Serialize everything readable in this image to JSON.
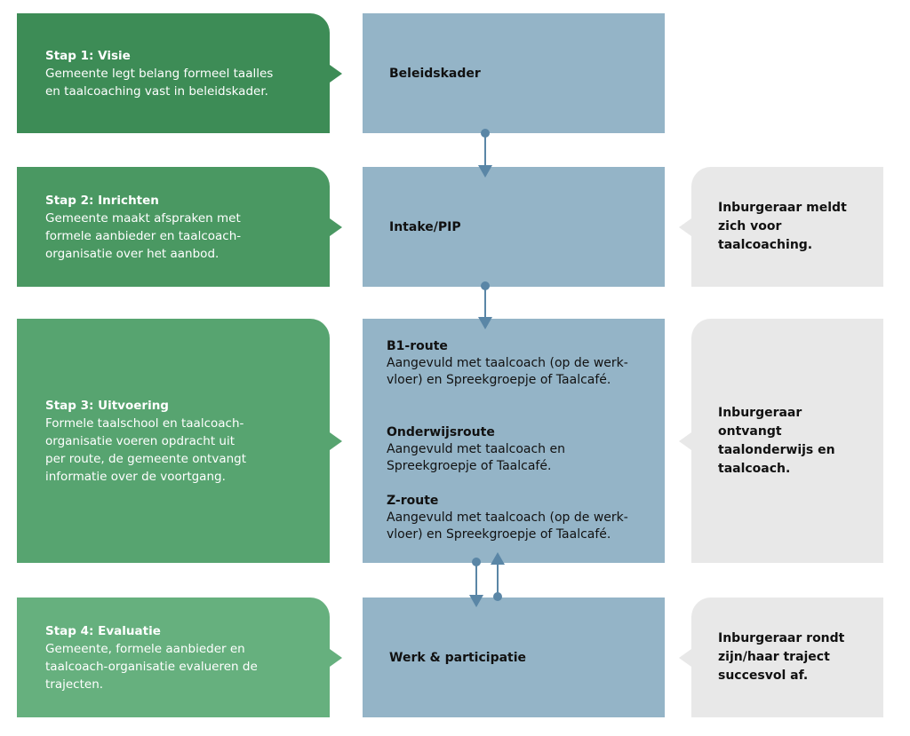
{
  "steps": [
    {
      "title": "Stap 1: Visie",
      "description": "Gemeente legt belang formeel taalles\nen taalcoaching vast in beleidskader.",
      "color": "#3d8c56"
    },
    {
      "title": "Stap 2: Inrichten",
      "description": "Gemeente maakt afspraken met\nformele aanbieder en taalcoach-\norganisatie over het aanbod.",
      "color": "#4a9862"
    },
    {
      "title": "Stap 3: Uitvoering",
      "description": "Formele taalschool en taalcoach-\norganisatie voeren opdracht uit\nper route, de gemeente ontvangt\ninformatie over de voortgang.",
      "color": "#57a470"
    },
    {
      "title": "Stap 4: Evaluatie",
      "description": "Gemeente, formele aanbieder en\ntaalcoach-organisatie evalueren de\ntrajecten.",
      "color": "#66b07e"
    }
  ],
  "process": {
    "beleidskader": "Beleidskader",
    "intake": "Intake/PIP",
    "routes": [
      {
        "title": "B1-route",
        "description": "Aangevuld met taalcoach (op de werk-\nvloer) en Spreekgroepje of Taalcafé."
      },
      {
        "title": "Onderwijsroute",
        "description": "Aangevuld met taalcoach en\nSpreekgroepje of Taalcafé."
      },
      {
        "title": "Z-route",
        "description": "Aangevuld met taalcoach (op de werk-\nvloer) en Spreekgroepje of Taalcafé."
      }
    ],
    "werk": "Werk & participatie"
  },
  "participant": [
    "Inburgeraar meldt\nzich voor\ntaalcoaching.",
    "Inburgeraar\nontvangt\ntaalonderwijs en\ntaalcoach.",
    "Inburgeraar rondt\nzijn/haar traject\nsuccesvol af."
  ],
  "colors": {
    "process_box": "#94b4c7",
    "participant_box": "#e8e8e8",
    "connector": "#5a86a6"
  }
}
